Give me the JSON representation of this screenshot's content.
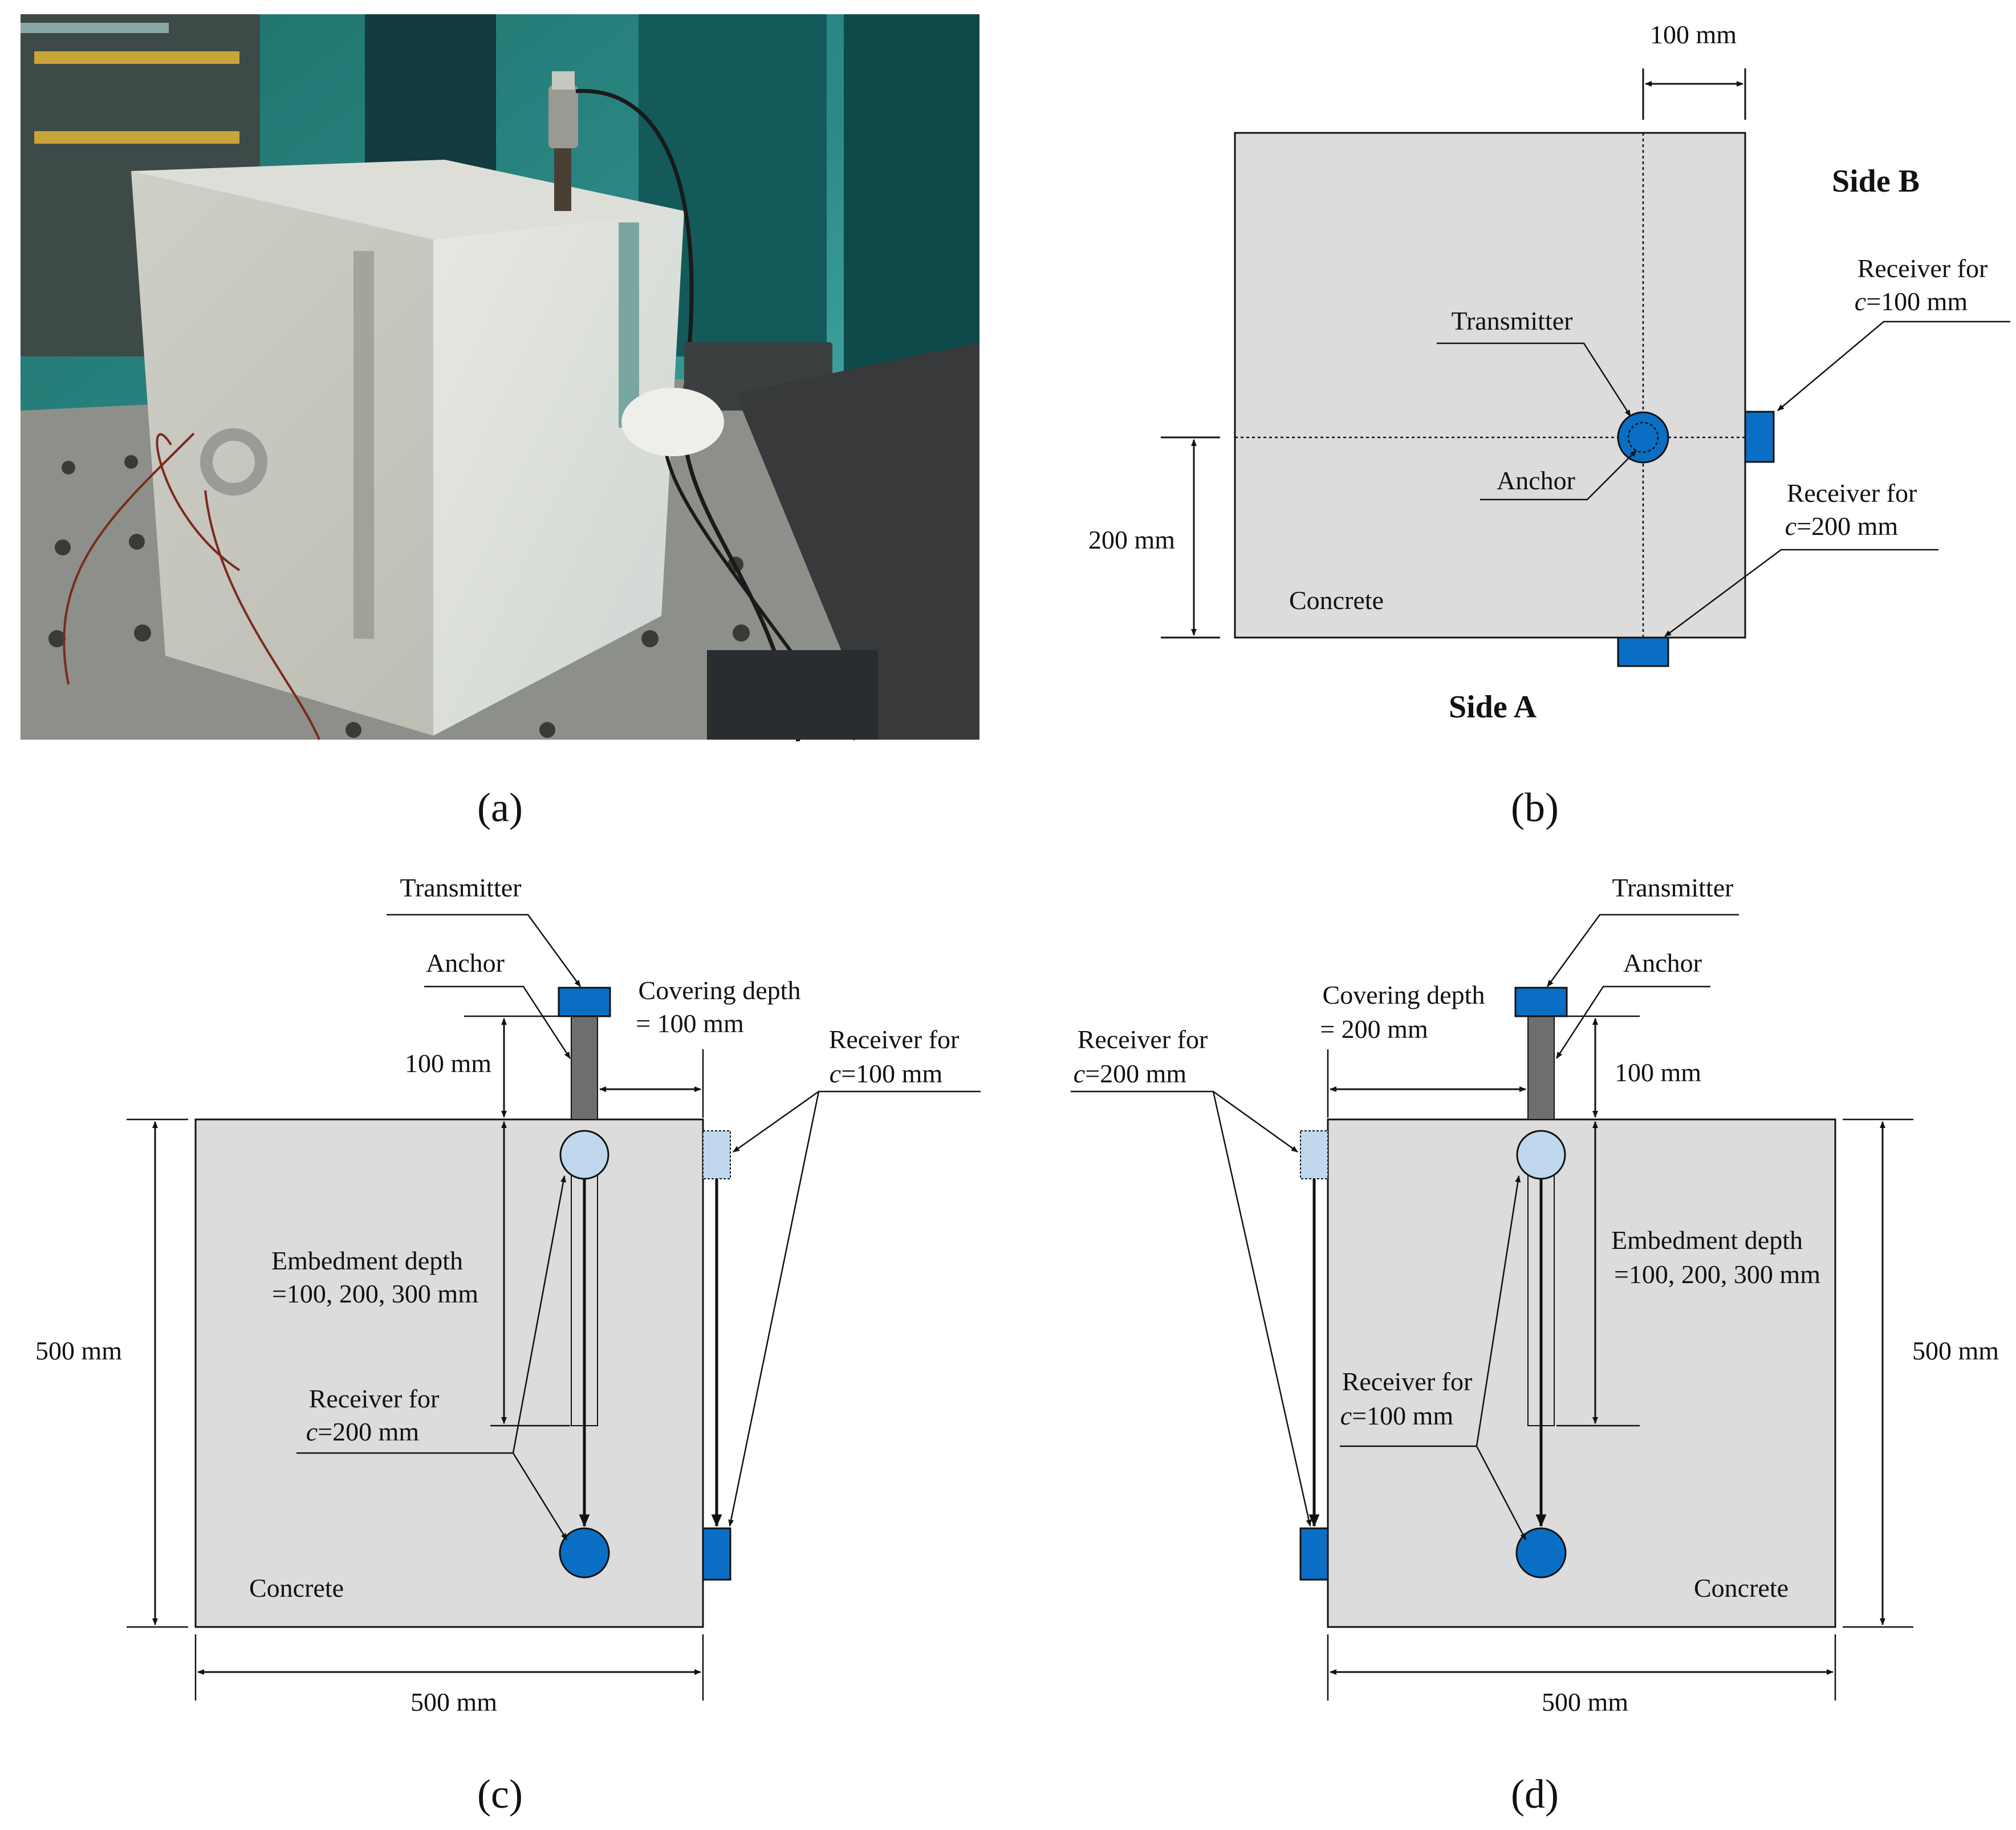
{
  "panel_a": {
    "caption": "(a)"
  },
  "panel_b": {
    "caption": "(b)",
    "dim_top": "100 mm",
    "dim_left": "200 mm",
    "side_b": "Side B",
    "side_a": "Side A",
    "transmitter": "Transmitter",
    "anchor": "Anchor",
    "concrete": "Concrete",
    "receiver_100_line1": "Receiver for",
    "receiver_100_line2": "c=100 mm",
    "receiver_200_line1": "Receiver for",
    "receiver_200_line2": "c=200 mm"
  },
  "panel_c": {
    "caption": "(c)",
    "transmitter": "Transmitter",
    "anchor": "Anchor",
    "covering_line1": "Covering depth",
    "covering_line2": "= 100 mm",
    "receiver_100_line1": "Receiver for",
    "receiver_100_line2": "c=100 mm",
    "dim_100": "100 mm",
    "embed_line1": "Embedment depth",
    "embed_line2": "=100, 200, 300 mm",
    "receiver_200_line1": "Receiver for",
    "receiver_200_line2": "c=200 mm",
    "dim_height": "500 mm",
    "dim_width": "500 mm",
    "concrete": "Concrete"
  },
  "panel_d": {
    "caption": "(d)",
    "transmitter": "Transmitter",
    "anchor": "Anchor",
    "covering_line1": "Covering depth",
    "covering_line2": "= 200 mm",
    "receiver_200_line1": "Receiver for",
    "receiver_200_line2": "c=200 mm",
    "dim_100": "100 mm",
    "embed_line1": "Embedment depth",
    "embed_line2": "=100, 200, 300 mm",
    "receiver_100_line1": "Receiver for",
    "receiver_100_line2": "c=100 mm",
    "dim_height": "500 mm",
    "dim_width": "500 mm",
    "concrete": "Concrete"
  },
  "colors": {
    "concrete": "#dcdcdc",
    "sensor": "#0a6fc4",
    "sensor_light": "#bfd8ee",
    "anchor_rod": "#6e6e6e"
  }
}
